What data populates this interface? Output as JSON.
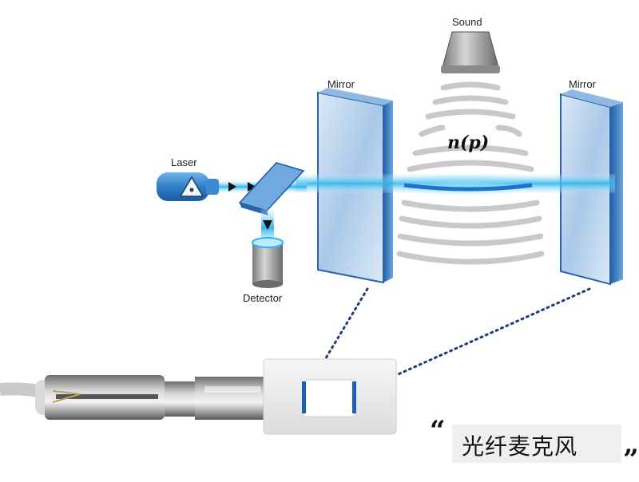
{
  "labels": {
    "sound": "Sound",
    "mirror_left": "Mirror",
    "mirror_right": "Mirror",
    "laser": "Laser",
    "detector": "Detector",
    "refractive_index": "n(p)"
  },
  "caption": {
    "text": "光纤麦克风",
    "quote_open": "“",
    "quote_close": "”"
  },
  "colors": {
    "beam": "#2fb6ea",
    "mirror_face": "#bcd7ee",
    "mirror_edge": "#2a63a8",
    "device_metal": "#9a9a9a",
    "caption_bg": "#efefef"
  },
  "icons": [
    "laser-icon",
    "speaker-icon",
    "detector-icon",
    "beam-splitter-icon"
  ]
}
